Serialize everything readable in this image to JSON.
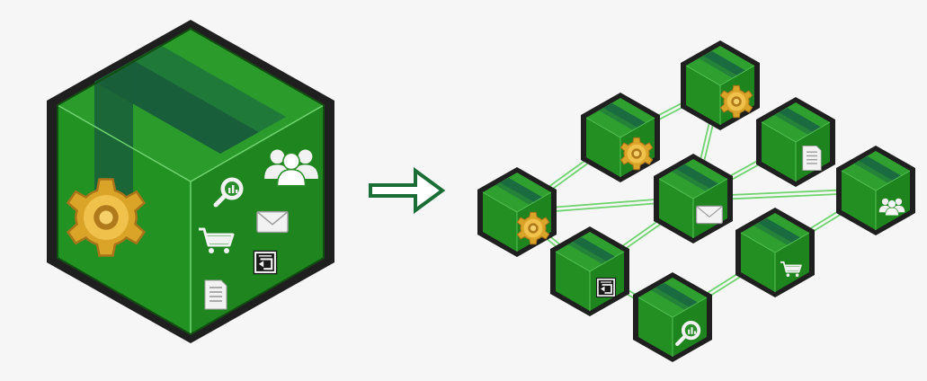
{
  "colors": {
    "background": "#f6f6f6",
    "box_outline": "#1f1f1f",
    "box_top": "#2b9b2b",
    "box_left": "#229222",
    "box_right": "#1f861f",
    "tape": "#195e3a",
    "edge_light": "#6fd46f",
    "arrow": "#1a6e36",
    "gear_outer": "#d9a427",
    "gear_light": "#f5d06a",
    "gear_dark": "#a9731a",
    "icon_light": "#f2f2f2",
    "icon_dark": "#5b5b5b"
  },
  "monolith": {
    "icons": [
      "gear-icon",
      "search-analytics-icon",
      "users-icon",
      "mail-icon",
      "cart-icon",
      "report-icon",
      "document-icon"
    ]
  },
  "transition": {
    "icon": "outline-arrow-icon"
  },
  "microservices": {
    "nodes": [
      {
        "id": "top",
        "icon": "gear-icon"
      },
      {
        "id": "upper-left",
        "icon": "gear-icon"
      },
      {
        "id": "upper-right",
        "icon": "document-icon"
      },
      {
        "id": "left",
        "icon": "gear-icon"
      },
      {
        "id": "center",
        "icon": "mail-icon"
      },
      {
        "id": "far-right",
        "icon": "users-icon"
      },
      {
        "id": "lower-left",
        "icon": "report-icon"
      },
      {
        "id": "lower-right",
        "icon": "cart-icon"
      },
      {
        "id": "bottom",
        "icon": "search-analytics-icon"
      }
    ],
    "links": [
      [
        "upper-left",
        "top"
      ],
      [
        "top",
        "center"
      ],
      [
        "upper-left",
        "left"
      ],
      [
        "left",
        "center"
      ],
      [
        "left",
        "lower-left"
      ],
      [
        "center",
        "far-right"
      ],
      [
        "far-right",
        "lower-right"
      ],
      [
        "lower-left",
        "center"
      ],
      [
        "center",
        "upper-right"
      ],
      [
        "lower-left",
        "bottom"
      ],
      [
        "bottom",
        "lower-right"
      ]
    ]
  }
}
